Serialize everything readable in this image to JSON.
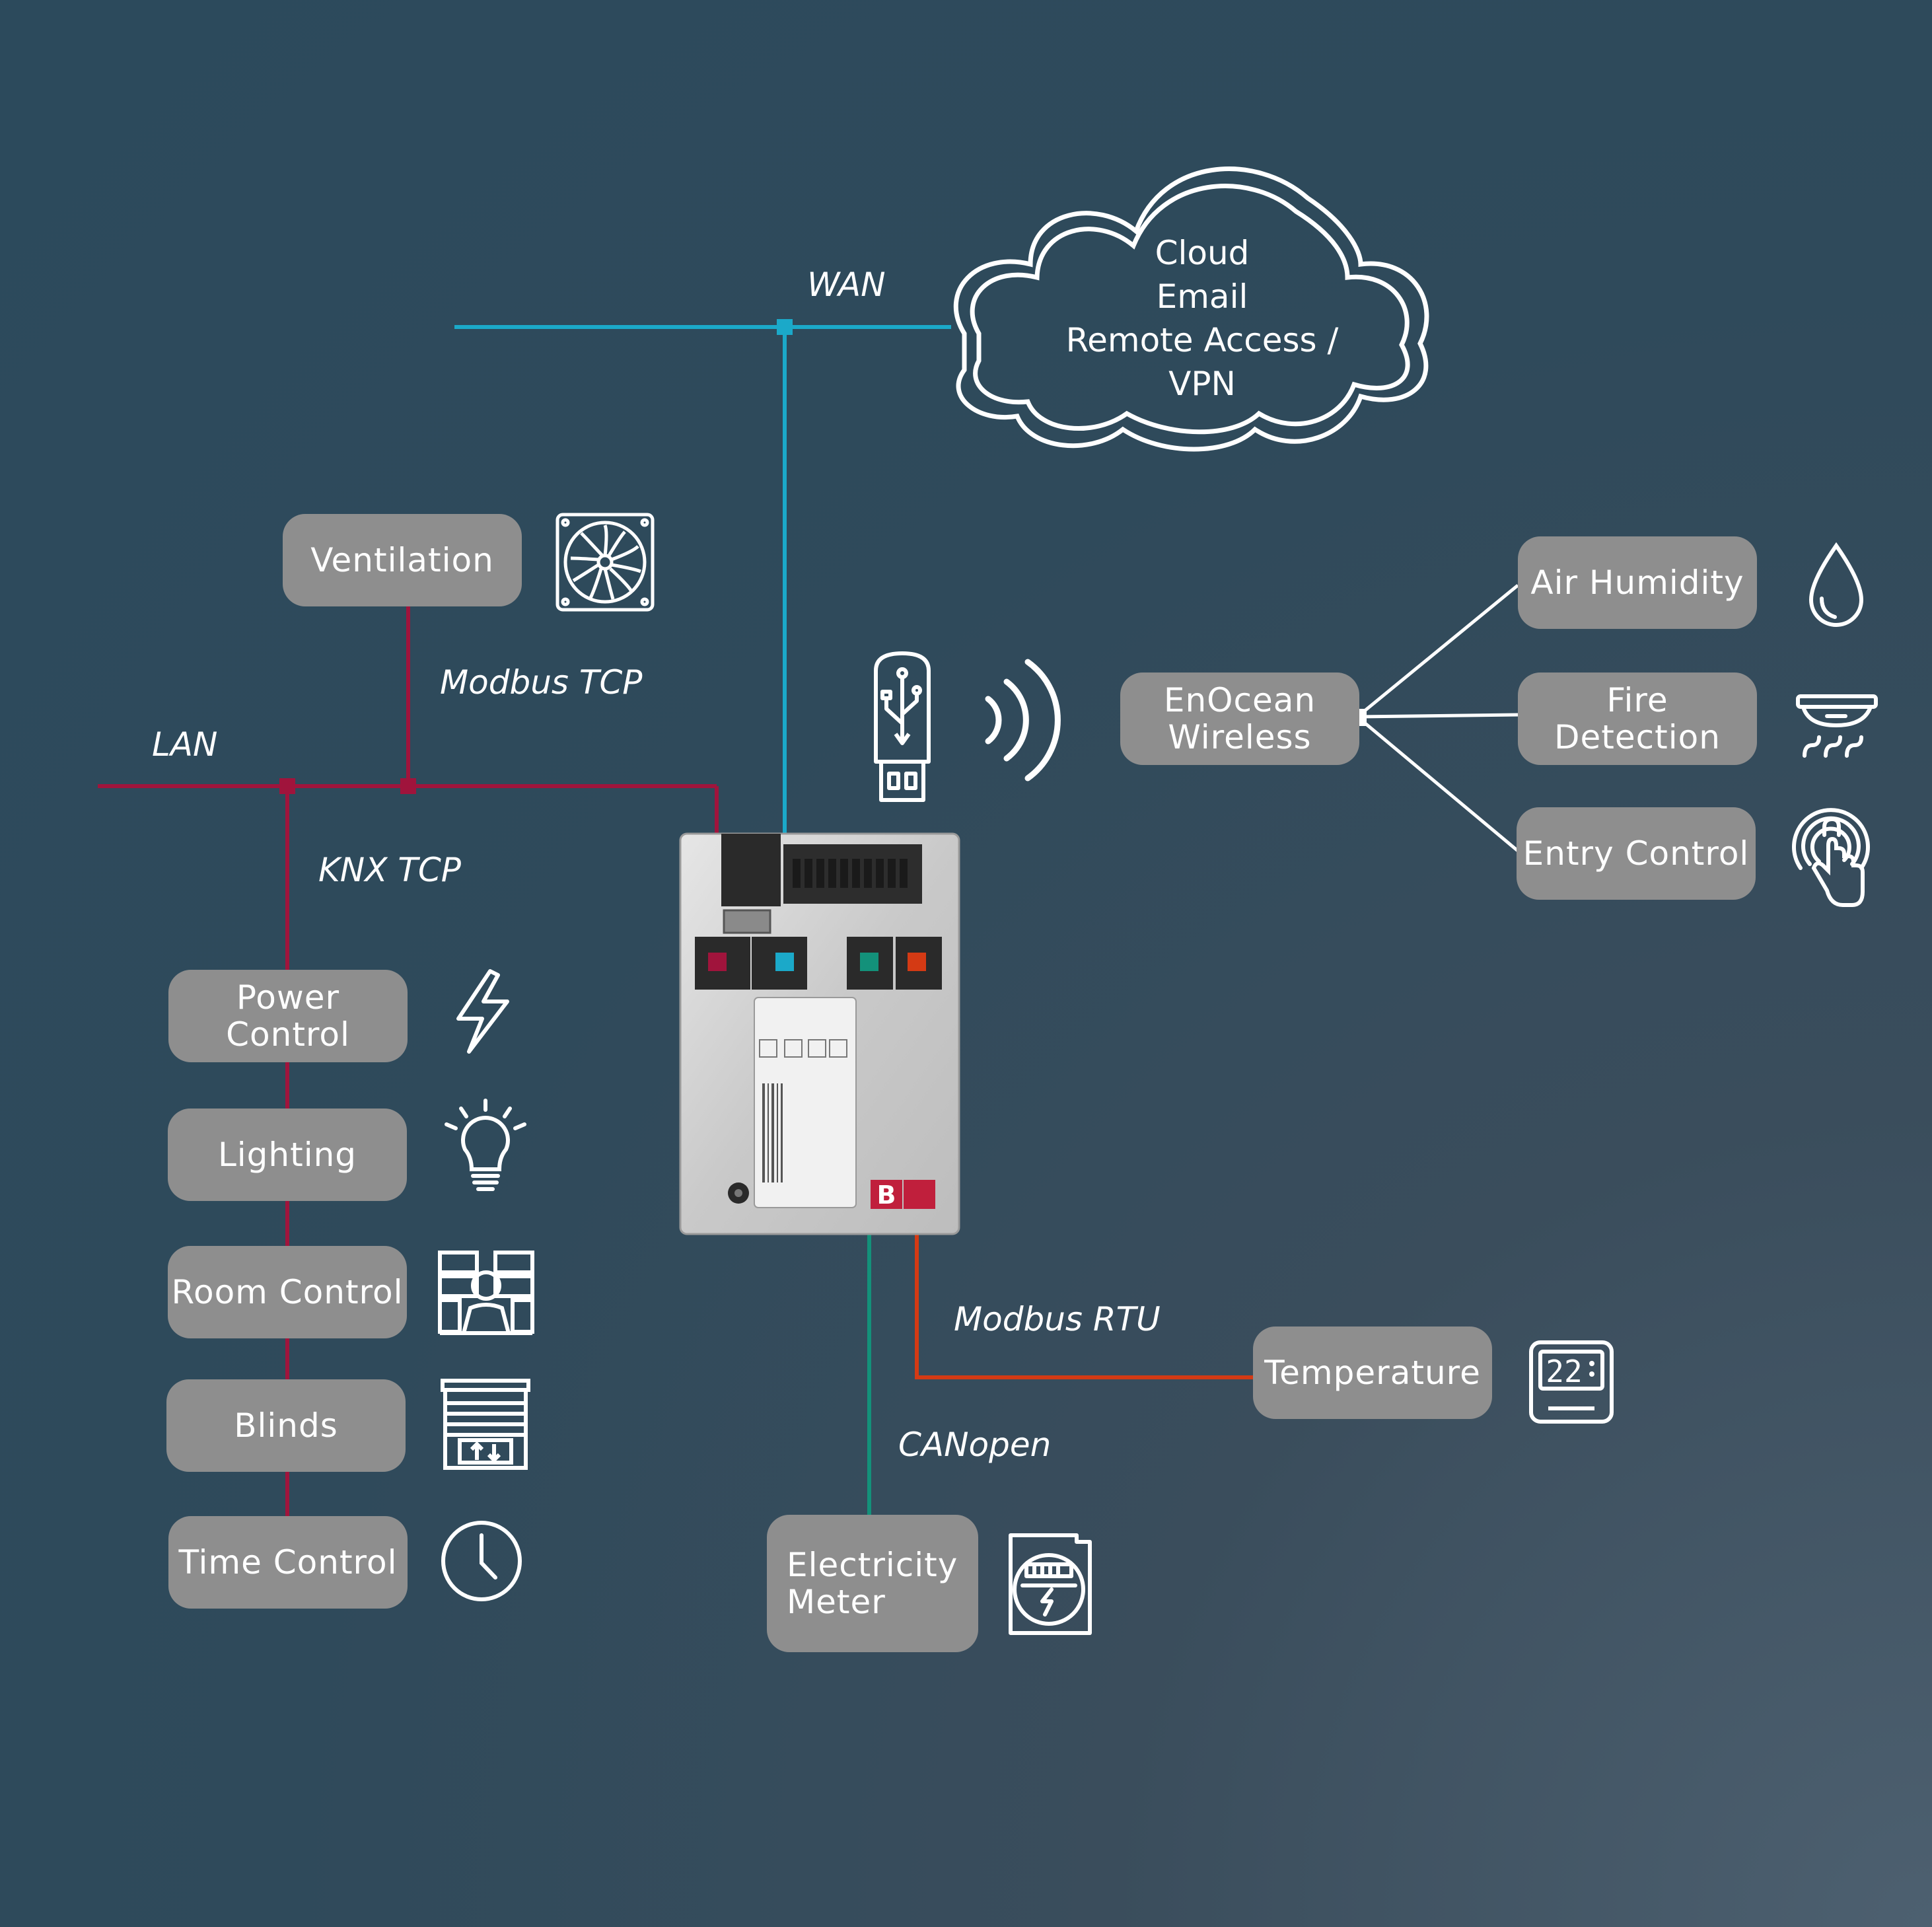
{
  "cloud": {
    "lines": "Cloud\nEmail\nRemote Access / VPN"
  },
  "bus_labels": {
    "wan": "WAN",
    "lan": "LAN",
    "modbus_tcp": "Modbus TCP",
    "knx_tcp": "KNX TCP",
    "modbus_rtu": "Modbus RTU",
    "canopen": "CANopen"
  },
  "nodes": {
    "ventilation": "Ventilation",
    "power_control": "Power\nControl",
    "lighting": "Lighting",
    "room_control": "Room Control",
    "blinds": "Blinds",
    "time_control": "Time Control",
    "enocean": "EnOcean\nWireless",
    "air_humidity": "Air Humidity",
    "fire_detection": "Fire Detection",
    "entry_control": "Entry Control",
    "temperature": "Temperature",
    "electricity_meter": "Electricity\nMeter"
  },
  "icons": {
    "ventilation": "fan-icon",
    "power_control": "lightning-icon",
    "lighting": "light-bulb-icon",
    "room_control": "room-operator-icon",
    "blinds": "blinds-icon",
    "time_control": "clock-icon",
    "air_humidity": "water-drop-icon",
    "fire_detection": "smoke-detector-icon",
    "entry_control": "fingerprint-touch-icon",
    "temperature": "thermostat-icon",
    "electricity_meter": "electricity-meter-icon",
    "usb_stick": "usb-stick-icon",
    "wireless": "wireless-signal-icon"
  },
  "thermostat_display": "22",
  "device": {
    "brand_mark": "B"
  },
  "colors": {
    "wan": "#1ba9c9",
    "lan": "#a0143c",
    "canopen": "#13917a",
    "modbus_rtu": "#d43a14",
    "node_fill": "#8e8e8e",
    "background": "#2f4a5b"
  }
}
